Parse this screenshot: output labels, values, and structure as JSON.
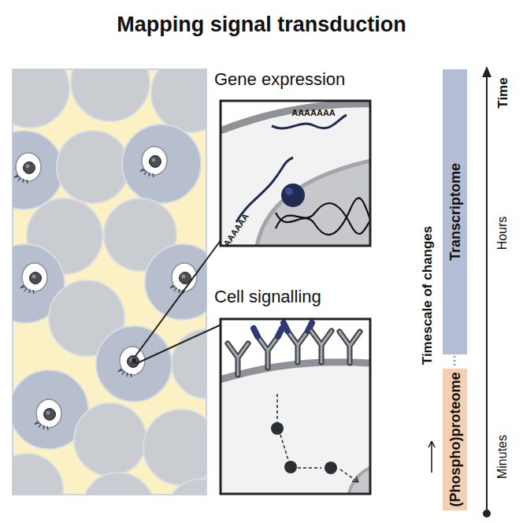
{
  "diagram": {
    "title": "Mapping signal transduction",
    "nodes": [
      {
        "text": [
          "Gene expression"
        ]
      },
      {
        "text": [
          "Cell signalling"
        ]
      },
      {
        "text": [
          "Transcriptome"
        ]
      },
      {
        "text": [
          "(Phospho)proteome"
        ]
      }
    ],
    "labels": [
      "AAAAAAA",
      "AAAAAA",
      "Timescale of changes",
      "Time",
      "Hours",
      "Minutes"
    ]
  }
}
